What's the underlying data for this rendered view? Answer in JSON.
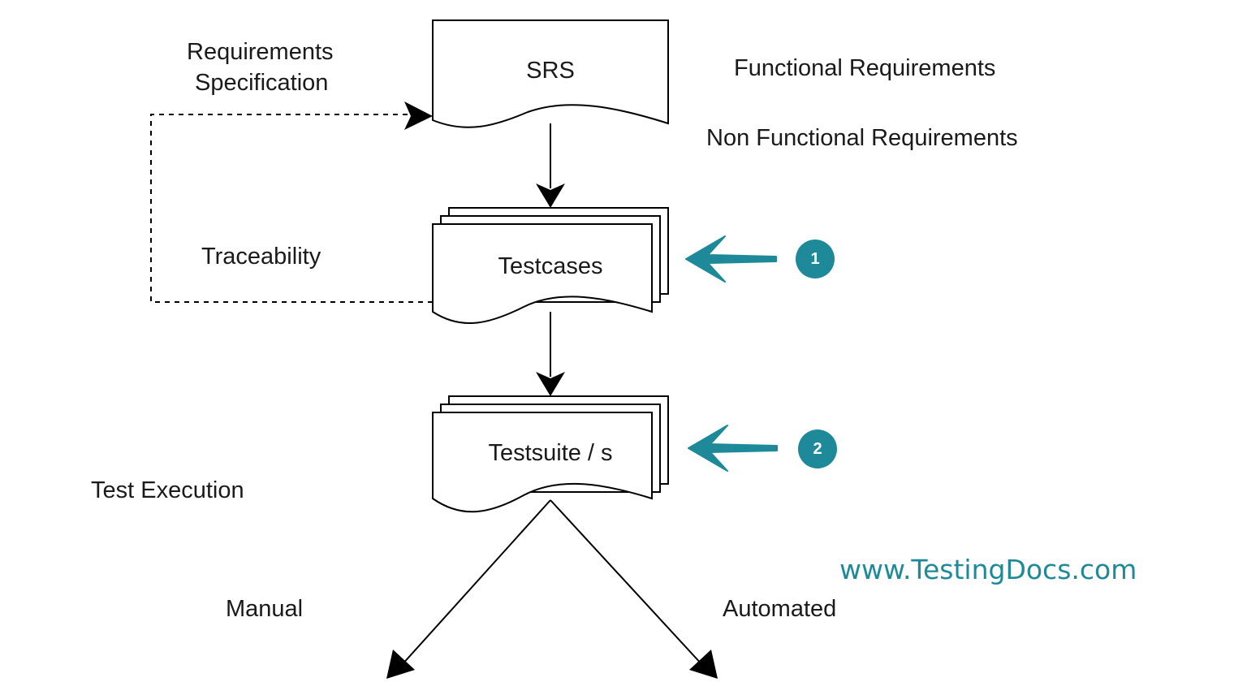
{
  "nodes": {
    "srs": "SRS",
    "testcases": "Testcases",
    "testsuite": "Testsuite / s"
  },
  "labels": {
    "requirements_spec_line1": "Requirements",
    "requirements_spec_line2": "Specification",
    "functional": "Functional Requirements",
    "non_functional": "Non Functional Requirements",
    "traceability": "Traceability",
    "test_execution": "Test Execution",
    "manual": "Manual",
    "automated": "Automated"
  },
  "callouts": [
    {
      "number": "1",
      "target": "Testcases"
    },
    {
      "number": "2",
      "target": "Testsuite / s"
    }
  ],
  "watermark": "www.TestingDocs.com",
  "colors": {
    "accent": "#1e8a99",
    "stroke": "#000000",
    "text": "#1a1a1a"
  }
}
